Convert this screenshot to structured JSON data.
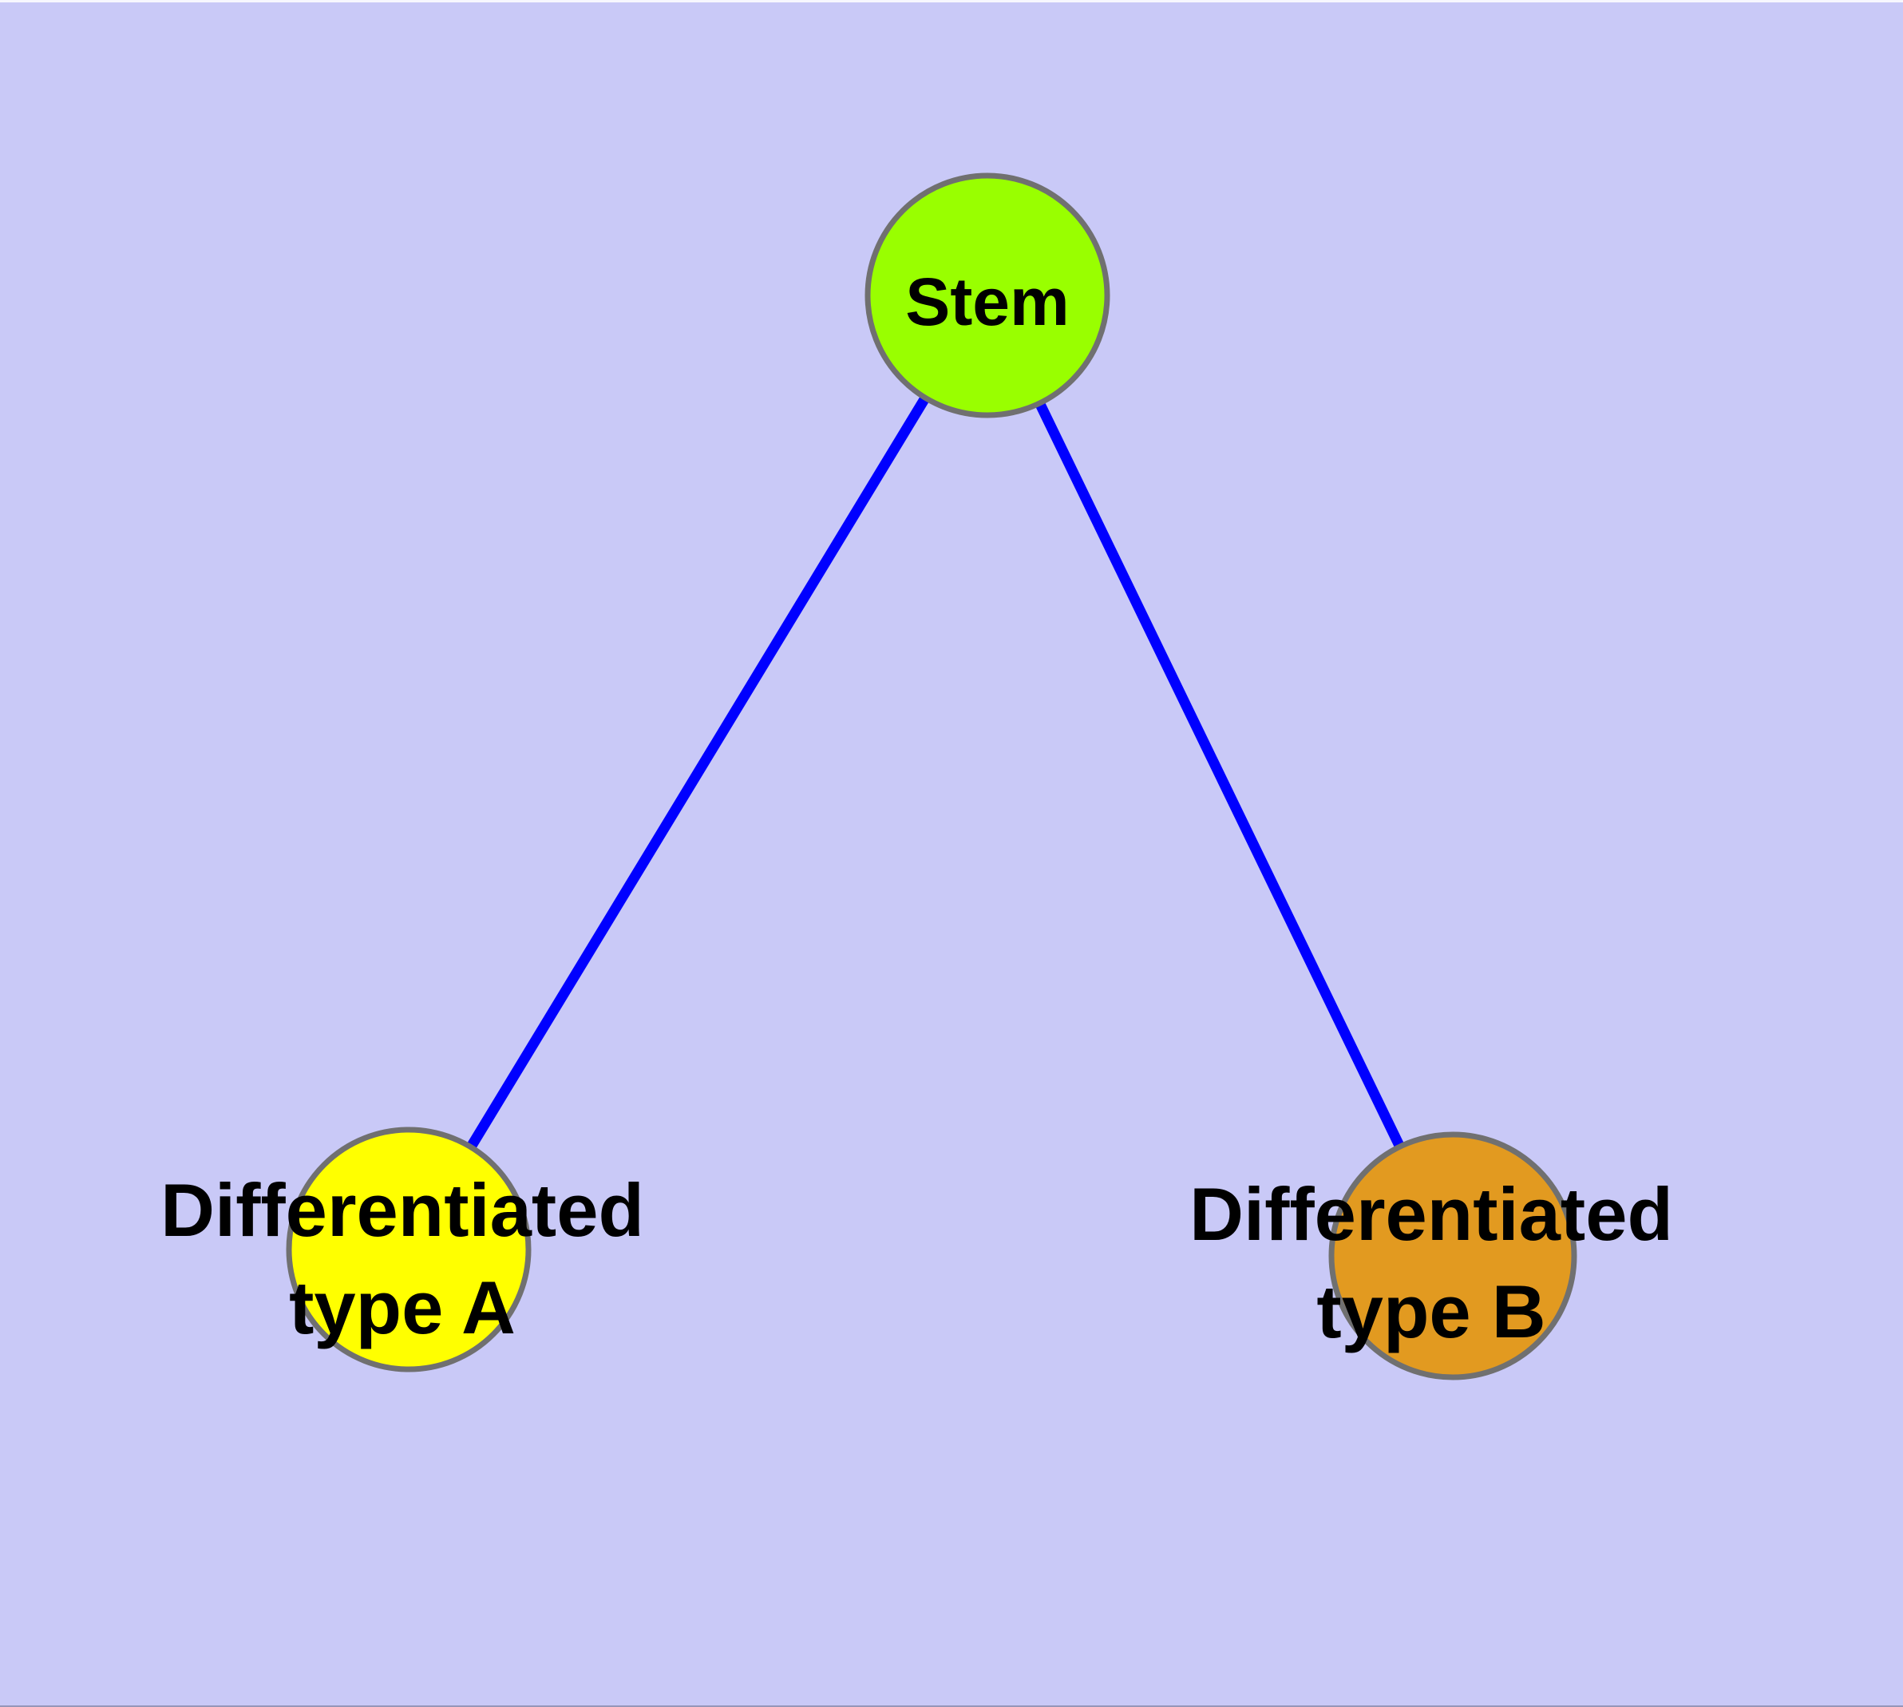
{
  "diagram": {
    "background_color": "#C9C9F7",
    "edge_color": "#0000FF",
    "node_border_color": "#707070",
    "text_color": "#000000",
    "nodes": [
      {
        "id": "stem",
        "label": "Stem",
        "fill": "#99FF00"
      },
      {
        "id": "differentiated-type-a",
        "label_line1": "Differentiated",
        "label_line2": "type A",
        "fill": "#FFFF00"
      },
      {
        "id": "differentiated-type-b",
        "label_line1": "Differentiated",
        "label_line2": "type B",
        "fill": "#E29A20"
      }
    ],
    "edges": [
      {
        "from": "Stem",
        "to": "Differentiated type A"
      },
      {
        "from": "Stem",
        "to": "Differentiated type B"
      }
    ]
  }
}
